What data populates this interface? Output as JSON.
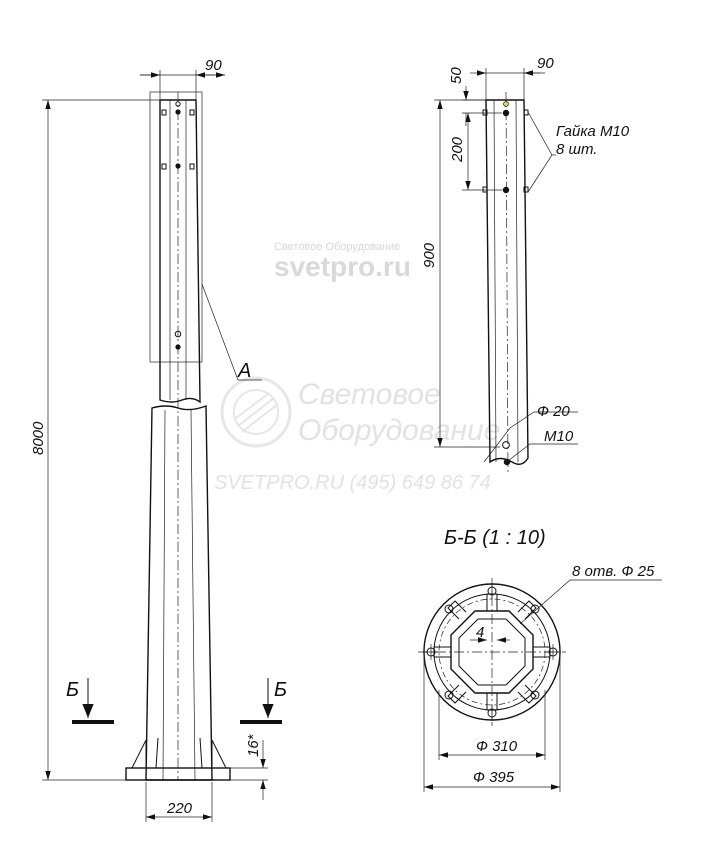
{
  "dimensions": {
    "top_width": "90",
    "total_height": "8000",
    "base_width": "220",
    "base_thickness": "16*",
    "detail_offset": "50",
    "detail_width": "90",
    "nut_spacing": "200",
    "detail_length": "900",
    "hole_diameter": "Ф 20",
    "thread": "M10",
    "ring_inner": "Ф 310",
    "ring_outer": "Ф 395",
    "rib_thickness": "4"
  },
  "labels": {
    "detail_ref": "А",
    "section_left": "Б",
    "section_right": "Б",
    "section_title": "Б-Б (1 : 10)",
    "nut_line1": "Гайка М10",
    "nut_line2": "8 шт.",
    "bolt_holes": "8 отв. Ф 25"
  },
  "watermark": {
    "small": "Световое Оборудование",
    "big": "svetpro.ru",
    "logo_line1": "Световое",
    "logo_line2": "Оборудование",
    "contact": "SVETPRO.RU    (495) 649 86 74"
  }
}
